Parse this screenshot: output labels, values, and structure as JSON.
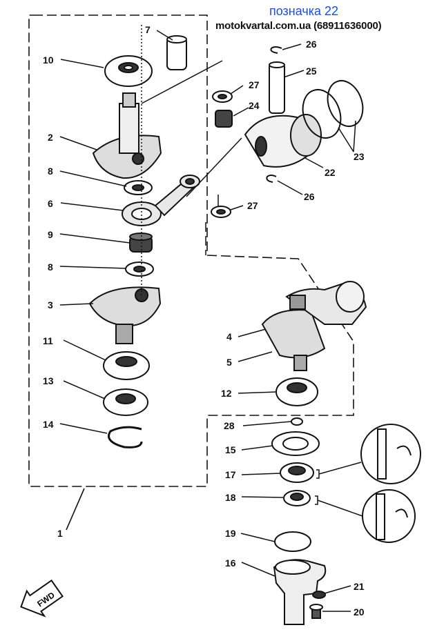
{
  "header": {
    "tag": "позначка 22",
    "site": "motokvartal.com.ua (68911636000)"
  },
  "fwd_label": "FWD",
  "parts": [
    {
      "id": "p1",
      "number": "1"
    },
    {
      "id": "p2",
      "number": "2"
    },
    {
      "id": "p3",
      "number": "3"
    },
    {
      "id": "p4",
      "number": "4"
    },
    {
      "id": "p5",
      "number": "5"
    },
    {
      "id": "p6",
      "number": "6"
    },
    {
      "id": "p7",
      "number": "7"
    },
    {
      "id": "p8a",
      "number": "8"
    },
    {
      "id": "p8b",
      "number": "8"
    },
    {
      "id": "p9",
      "number": "9"
    },
    {
      "id": "p10",
      "number": "10"
    },
    {
      "id": "p11",
      "number": "11"
    },
    {
      "id": "p12",
      "number": "12"
    },
    {
      "id": "p13",
      "number": "13"
    },
    {
      "id": "p14",
      "number": "14"
    },
    {
      "id": "p15",
      "number": "15"
    },
    {
      "id": "p16",
      "number": "16"
    },
    {
      "id": "p17",
      "number": "17"
    },
    {
      "id": "p18",
      "number": "18"
    },
    {
      "id": "p19",
      "number": "19"
    },
    {
      "id": "p20",
      "number": "20"
    },
    {
      "id": "p21",
      "number": "21"
    },
    {
      "id": "p22",
      "number": "22"
    },
    {
      "id": "p23",
      "number": "23"
    },
    {
      "id": "p24",
      "number": "24"
    },
    {
      "id": "p25",
      "number": "25"
    },
    {
      "id": "p26a",
      "number": "26"
    },
    {
      "id": "p26b",
      "number": "26"
    },
    {
      "id": "p27a",
      "number": "27"
    },
    {
      "id": "p27b",
      "number": "27"
    },
    {
      "id": "p28",
      "number": "28"
    }
  ]
}
